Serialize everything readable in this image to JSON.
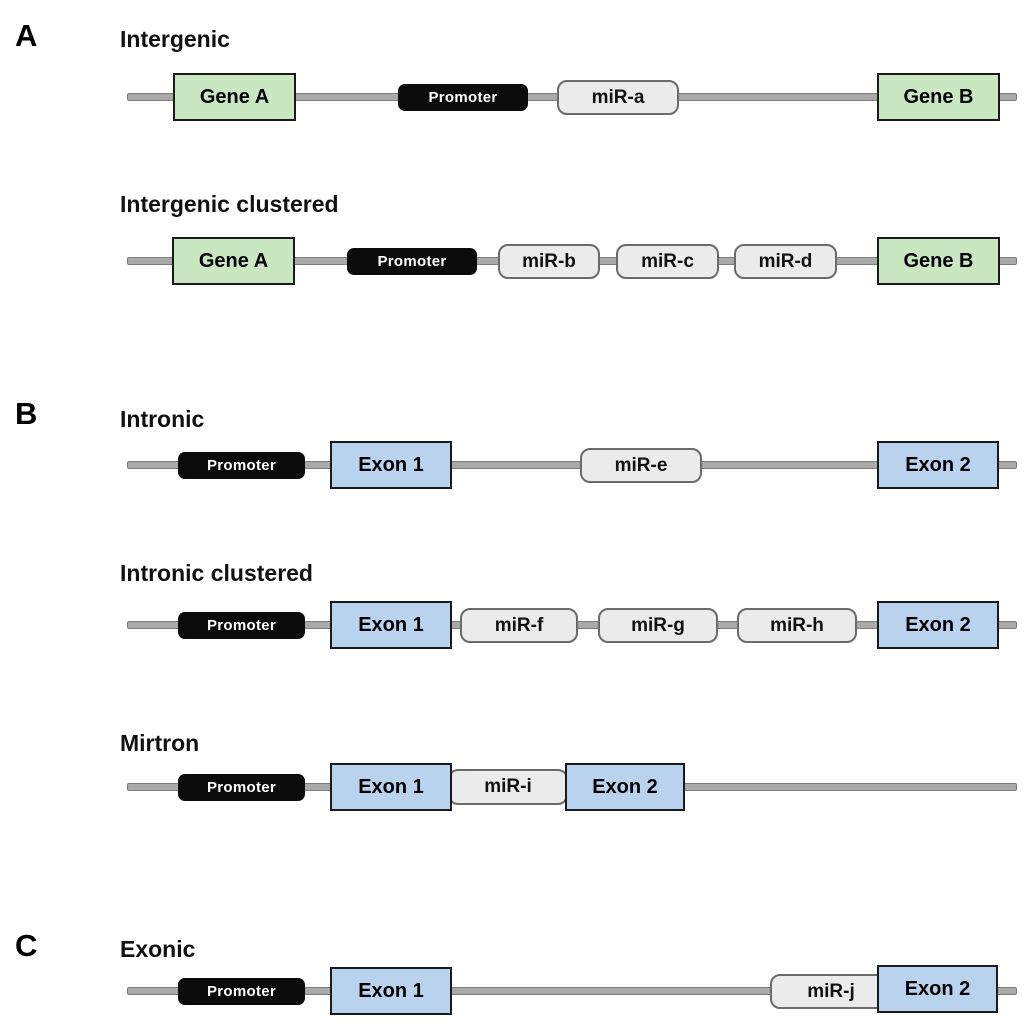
{
  "figure": {
    "colors": {
      "gene_fill": "#c9e8c2",
      "exon_fill": "#b9d3ee",
      "mir_fill": "#ebebeb",
      "promoter_fill": "#0b0b0b",
      "line_fill": "#a9a9a9"
    },
    "panels": [
      {
        "letter": "A",
        "rows": [
          {
            "title": "Intergenic",
            "gene_a": "Gene A",
            "promoter": "Promoter",
            "mirs": [
              "miR-a"
            ],
            "gene_b": "Gene B"
          },
          {
            "title": "Intergenic clustered",
            "gene_a": "Gene A",
            "promoter": "Promoter",
            "mirs": [
              "miR-b",
              "miR-c",
              "miR-d"
            ],
            "gene_b": "Gene B"
          }
        ]
      },
      {
        "letter": "B",
        "rows": [
          {
            "title": "Intronic",
            "promoter": "Promoter",
            "exon_1": "Exon 1",
            "mirs": [
              "miR-e"
            ],
            "exon_2": "Exon 2"
          },
          {
            "title": "Intronic clustered",
            "promoter": "Promoter",
            "exon_1": "Exon 1",
            "mirs": [
              "miR-f",
              "miR-g",
              "miR-h"
            ],
            "exon_2": "Exon 2"
          },
          {
            "title": "Mirtron",
            "promoter": "Promoter",
            "exon_1": "Exon 1",
            "mirs": [
              "miR-i"
            ],
            "exon_2": "Exon 2"
          }
        ]
      },
      {
        "letter": "C",
        "rows": [
          {
            "title": "Exonic",
            "promoter": "Promoter",
            "exon_1": "Exon 1",
            "mirs": [
              "miR-j"
            ],
            "exon_2": "Exon 2"
          }
        ]
      }
    ]
  }
}
